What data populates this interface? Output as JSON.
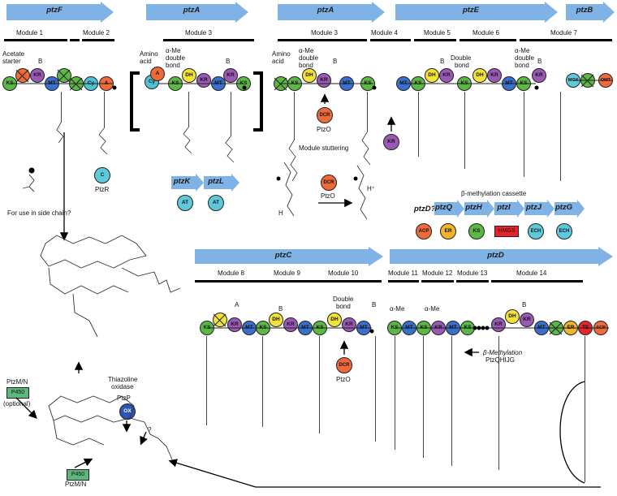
{
  "colors": {
    "KS": "#5bb845",
    "KR": "#9b59b6",
    "MT": "#3a6fcf",
    "DH": "#f2e33a",
    "A": "#ee6a3a",
    "Cy": "#4fc3d6",
    "AT": "#5fc9dc",
    "ACP": "#ee6a3a",
    "ER": "#f0b52a",
    "TE": "#e8242a",
    "HMGS": "#e8242a",
    "ECH": "#5fc9dc",
    "OX": "#2a55b0",
    "MOX": "#5fc9dc",
    "OMT": "#ee6a3a",
    "DCR": "#ee6a3a",
    "C": "#5fc9dc",
    "gene": "#7fb2e5",
    "P450": "#5cb87a"
  },
  "genes": {
    "ptzF": "ptzF",
    "ptzA": "ptzA",
    "ptzE": "ptzE",
    "ptzB": "ptzB",
    "ptzK": "ptzK",
    "ptzL": "ptzL",
    "ptzDq": "ptzD?",
    "ptzQ": "ptzQ",
    "ptzH": "ptzH",
    "ptzI": "ptzI",
    "ptzJ": "ptzJ",
    "ptzG": "ptzG",
    "ptzC": "ptzC",
    "ptzD": "ptzD"
  },
  "modules": {
    "m1": "Module 1",
    "m2": "Module 2",
    "m3": "Module 3",
    "m4": "Module 4",
    "m5": "Module 5",
    "m6": "Module 6",
    "m7": "Module 7",
    "m8": "Module 8",
    "m9": "Module 9",
    "m10": "Module 10",
    "m11": "Module 11",
    "m12": "Module 12",
    "m13": "Module 13",
    "m14": "Module 14"
  },
  "labels": {
    "acetate": "Acetate",
    "starter": "starter",
    "b": "B",
    "a": "A",
    "aminoacid1": "Amino",
    "aminoacid2": "acid",
    "ame1": "α-Me",
    "ame2": "double",
    "ame3": "bond",
    "db1": "Double",
    "db2": "bond",
    "ptzo": "PtzO",
    "stutter": "Module stuttering",
    "ptzr": "PtzR",
    "sidechain": "For use in side chain?",
    "bmeth": "β-methylation cassette",
    "ame": "α-Me",
    "bmethyl": "β-Methylation",
    "ptzqhijg": "PtzQHIJG",
    "ptzmn": "PtzM/N",
    "optional": "(optional)",
    "thiaz1": "Thiazoline",
    "thiaz2": "oxidase",
    "ptzp": "PtzP",
    "q": "?",
    "h": "H",
    "hplus": "H⁺"
  },
  "domains": {
    "KS": "KS",
    "KR": "KR",
    "MT": "MT",
    "DH": "DH",
    "A": "A",
    "Cy": "Cy",
    "AT": "AT",
    "ACP": "ACP",
    "ER": "ER",
    "TE": "TE",
    "HMGS": "HMGS",
    "ECH": "ECH",
    "OX": "OX",
    "MOX": "MOX",
    "OMT": "OMT",
    "DCR": "DCR",
    "C": "C",
    "P450": "P450"
  }
}
